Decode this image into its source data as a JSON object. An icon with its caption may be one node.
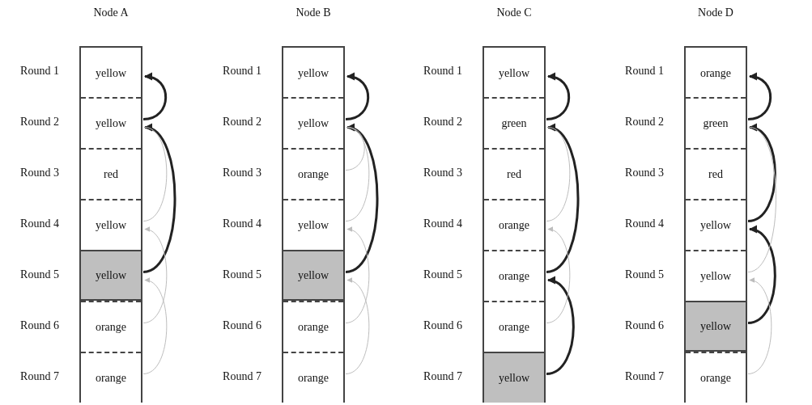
{
  "diagram": {
    "nodes": [
      {
        "text": [
          "Node A"
        ]
      },
      {
        "text": [
          "yellow"
        ],
        "in": 0,
        "beside": [
          "Round 1"
        ]
      },
      {
        "text": [
          "yellow"
        ],
        "in": 0,
        "beside": [
          "Round 2"
        ]
      },
      {
        "text": [
          "red"
        ],
        "in": 0,
        "beside": [
          "Round 3"
        ]
      },
      {
        "text": [
          "yellow"
        ],
        "in": 0,
        "beside": [
          "Round 4"
        ]
      },
      {
        "text": [
          "yellow"
        ],
        "in": 0,
        "beside": [
          "Round 5"
        ]
      },
      {
        "text": [
          "orange"
        ],
        "in": 0,
        "beside": [
          "Round 6"
        ]
      },
      {
        "text": [
          "orange"
        ],
        "in": 0,
        "beside": [
          "Round 7"
        ]
      },
      {
        "text": [
          "Node B"
        ]
      },
      {
        "text": [
          "yellow"
        ],
        "in": 8,
        "beside": [
          "Round 1"
        ]
      },
      {
        "text": [
          "yellow"
        ],
        "in": 8,
        "beside": [
          "Round 2"
        ]
      },
      {
        "text": [
          "orange"
        ],
        "in": 8,
        "beside": [
          "Round 3"
        ]
      },
      {
        "text": [
          "yellow"
        ],
        "in": 8,
        "beside": [
          "Round 4"
        ]
      },
      {
        "text": [
          "yellow"
        ],
        "in": 8,
        "beside": [
          "Round 5"
        ]
      },
      {
        "text": [
          "orange"
        ],
        "in": 8,
        "beside": [
          "Round 6"
        ]
      },
      {
        "text": [
          "orange"
        ],
        "in": 8,
        "beside": [
          "Round 7"
        ]
      },
      {
        "text": [
          "Node C"
        ]
      },
      {
        "text": [
          "yellow"
        ],
        "in": 16,
        "beside": [
          "Round 1"
        ]
      },
      {
        "text": [
          "green"
        ],
        "in": 16,
        "beside": [
          "Round 2"
        ]
      },
      {
        "text": [
          "red"
        ],
        "in": 16,
        "beside": [
          "Round 3"
        ]
      },
      {
        "text": [
          "orange"
        ],
        "in": 16,
        "beside": [
          "Round 4"
        ]
      },
      {
        "text": [
          "orange"
        ],
        "in": 16,
        "beside": [
          "Round 5"
        ]
      },
      {
        "text": [
          "orange"
        ],
        "in": 16,
        "beside": [
          "Round 6"
        ]
      },
      {
        "text": [
          "yellow"
        ],
        "in": 16,
        "beside": [
          "Round 7"
        ]
      },
      {
        "text": [
          "Node D"
        ]
      },
      {
        "text": [
          "orange"
        ],
        "in": 24,
        "beside": [
          "Round 1"
        ]
      },
      {
        "text": [
          "green"
        ],
        "in": 24,
        "beside": [
          "Round 2"
        ]
      },
      {
        "text": [
          "red"
        ],
        "in": 24,
        "beside": [
          "Round 3"
        ]
      },
      {
        "text": [
          "yellow"
        ],
        "in": 24,
        "beside": [
          "Round 4"
        ]
      },
      {
        "text": [
          "yellow"
        ],
        "in": 24,
        "beside": [
          "Round 5"
        ]
      },
      {
        "text": [
          "yellow"
        ],
        "in": 24,
        "beside": [
          "Round 6"
        ]
      },
      {
        "text": [
          "orange"
        ],
        "in": 24,
        "beside": [
          "Round 7"
        ]
      }
    ],
    "edges": [
      {
        "from": 2,
        "to": 1,
        "arrow": "to",
        "style": "thick",
        "color": "#222222"
      },
      {
        "from": 5,
        "to": 2,
        "arrow": "to",
        "style": "thick",
        "color": "#222222"
      },
      {
        "from": 4,
        "to": 2,
        "arrow": "none"
      },
      {
        "from": 6,
        "to": 4,
        "arrow": "to"
      },
      {
        "from": 7,
        "to": 5,
        "arrow": "to"
      },
      {
        "from": 10,
        "to": 9,
        "arrow": "to",
        "style": "thick",
        "color": "#222222"
      },
      {
        "from": 13,
        "to": 10,
        "arrow": "to",
        "style": "thick",
        "color": "#222222"
      },
      {
        "from": 11,
        "to": 10,
        "arrow": "none"
      },
      {
        "from": 12,
        "to": 10,
        "arrow": "none"
      },
      {
        "from": 14,
        "to": 12,
        "arrow": "to"
      },
      {
        "from": 15,
        "to": 13,
        "arrow": "to"
      },
      {
        "from": 18,
        "to": 17,
        "arrow": "to",
        "style": "thick",
        "color": "#222222"
      },
      {
        "from": 21,
        "to": 18,
        "arrow": "to",
        "style": "thick",
        "color": "#222222"
      },
      {
        "from": 23,
        "to": 21,
        "arrow": "to",
        "style": "thick",
        "color": "#222222"
      },
      {
        "from": 20,
        "to": 18,
        "arrow": "none"
      },
      {
        "from": 22,
        "to": 20,
        "arrow": "to"
      },
      {
        "from": 26,
        "to": 25,
        "arrow": "to",
        "style": "thick",
        "color": "#222222"
      },
      {
        "from": 28,
        "to": 26,
        "arrow": "to",
        "style": "thick",
        "color": "#222222"
      },
      {
        "from": 30,
        "to": 28,
        "arrow": "to",
        "style": "thick",
        "color": "#222222"
      },
      {
        "from": 29,
        "to": 26,
        "arrow": "none"
      },
      {
        "from": 31,
        "to": 29,
        "arrow": "to"
      }
    ]
  }
}
